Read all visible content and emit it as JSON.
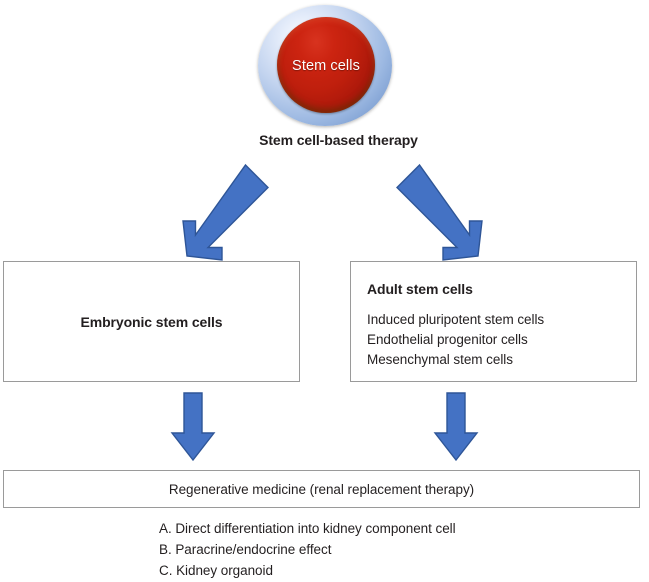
{
  "diagram": {
    "title": "Stem cell-based therapy flowchart",
    "colors": {
      "arrow_fill": "#4472C4",
      "arrow_stroke": "#2E5597",
      "box_border": "#9a9a9a",
      "sphere_outer": "#a8c0e2",
      "sphere_inner": "#bf1f0d",
      "text": "#231f20",
      "background": "#ffffff"
    },
    "root": {
      "sphere_label": "Stem cells",
      "caption": "Stem cell-based therapy"
    },
    "arrows": [
      {
        "name": "arrow-to-embryonic",
        "direction": "down-left"
      },
      {
        "name": "arrow-to-adult",
        "direction": "down-right"
      },
      {
        "name": "arrow-embryonic-to-regenerative",
        "direction": "down"
      },
      {
        "name": "arrow-adult-to-regenerative",
        "direction": "down"
      }
    ],
    "branches": [
      {
        "id": "embryonic",
        "title": "Embryonic stem cells",
        "items": []
      },
      {
        "id": "adult",
        "title": "Adult stem cells",
        "items": [
          "Induced pluripotent stem cells",
          "Endothelial progenitor cells",
          "Mesenchymal stem cells"
        ]
      }
    ],
    "outcome": {
      "title": "Regenerative medicine (renal replacement therapy)",
      "options": [
        "A. Direct differentiation into kidney component cell",
        "B. Paracrine/endocrine effect",
        "C. Kidney organoid"
      ]
    }
  }
}
